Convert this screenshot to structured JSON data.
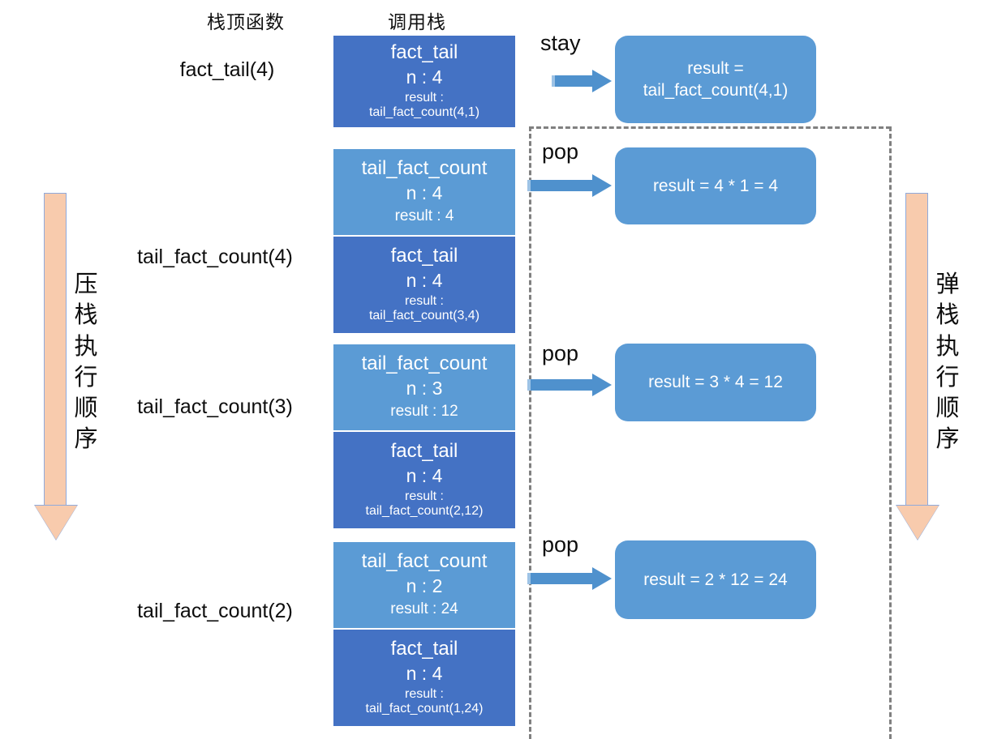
{
  "headers": {
    "top_function": "栈顶函数",
    "call_stack": "调用栈"
  },
  "flow_arrows": {
    "push": "压栈执行顺序",
    "pop": "弹栈执行顺序"
  },
  "top_function_labels": [
    "fact_tail(4)",
    "tail_fact_count(4)",
    "tail_fact_count(3)",
    "tail_fact_count(2)"
  ],
  "stack_frames": [
    {
      "name": "fact_tail",
      "n": "n : 4",
      "result_label": "result :",
      "result_value": "tail_fact_count(4,1)",
      "style": "dark",
      "two_line_result": true
    },
    {
      "name": "tail_fact_count",
      "n": "n : 4",
      "result_label": "result : 4",
      "result_value": "",
      "style": "light",
      "two_line_result": false
    },
    {
      "name": "fact_tail",
      "n": "n : 4",
      "result_label": "result :",
      "result_value": "tail_fact_count(3,4)",
      "style": "dark",
      "two_line_result": true
    },
    {
      "name": "tail_fact_count",
      "n": "n : 3",
      "result_label": "result : 12",
      "result_value": "",
      "style": "light",
      "two_line_result": false
    },
    {
      "name": "fact_tail",
      "n": "n : 4",
      "result_label": "result :",
      "result_value": "tail_fact_count(2,12)",
      "style": "dark",
      "two_line_result": true
    },
    {
      "name": "tail_fact_count",
      "n": "n : 2",
      "result_label": "result : 24",
      "result_value": "",
      "style": "light",
      "two_line_result": false
    },
    {
      "name": "fact_tail",
      "n": "n : 4",
      "result_label": "result :",
      "result_value": "tail_fact_count(1,24)",
      "style": "dark",
      "two_line_result": true
    }
  ],
  "transitions": [
    {
      "caption": "stay",
      "result_line1": "result =",
      "result_line2": "tail_fact_count(4,1)"
    },
    {
      "caption": "pop",
      "result_line1": "result = 4 * 1 = 4",
      "result_line2": ""
    },
    {
      "caption": "pop",
      "result_line1": "result = 3 * 4 = 12",
      "result_line2": ""
    },
    {
      "caption": "pop",
      "result_line1": "result = 2 * 12 = 24",
      "result_line2": ""
    }
  ],
  "colors": {
    "frame_dark": "#4472C4",
    "frame_light": "#5B9BD5",
    "result_box": "#5B9BD5",
    "arrow_blue": "#4F91CD",
    "flow_arrow_fill": "#F8CBAD",
    "flow_arrow_border": "#8FAADC",
    "dashdot": "#808080"
  }
}
